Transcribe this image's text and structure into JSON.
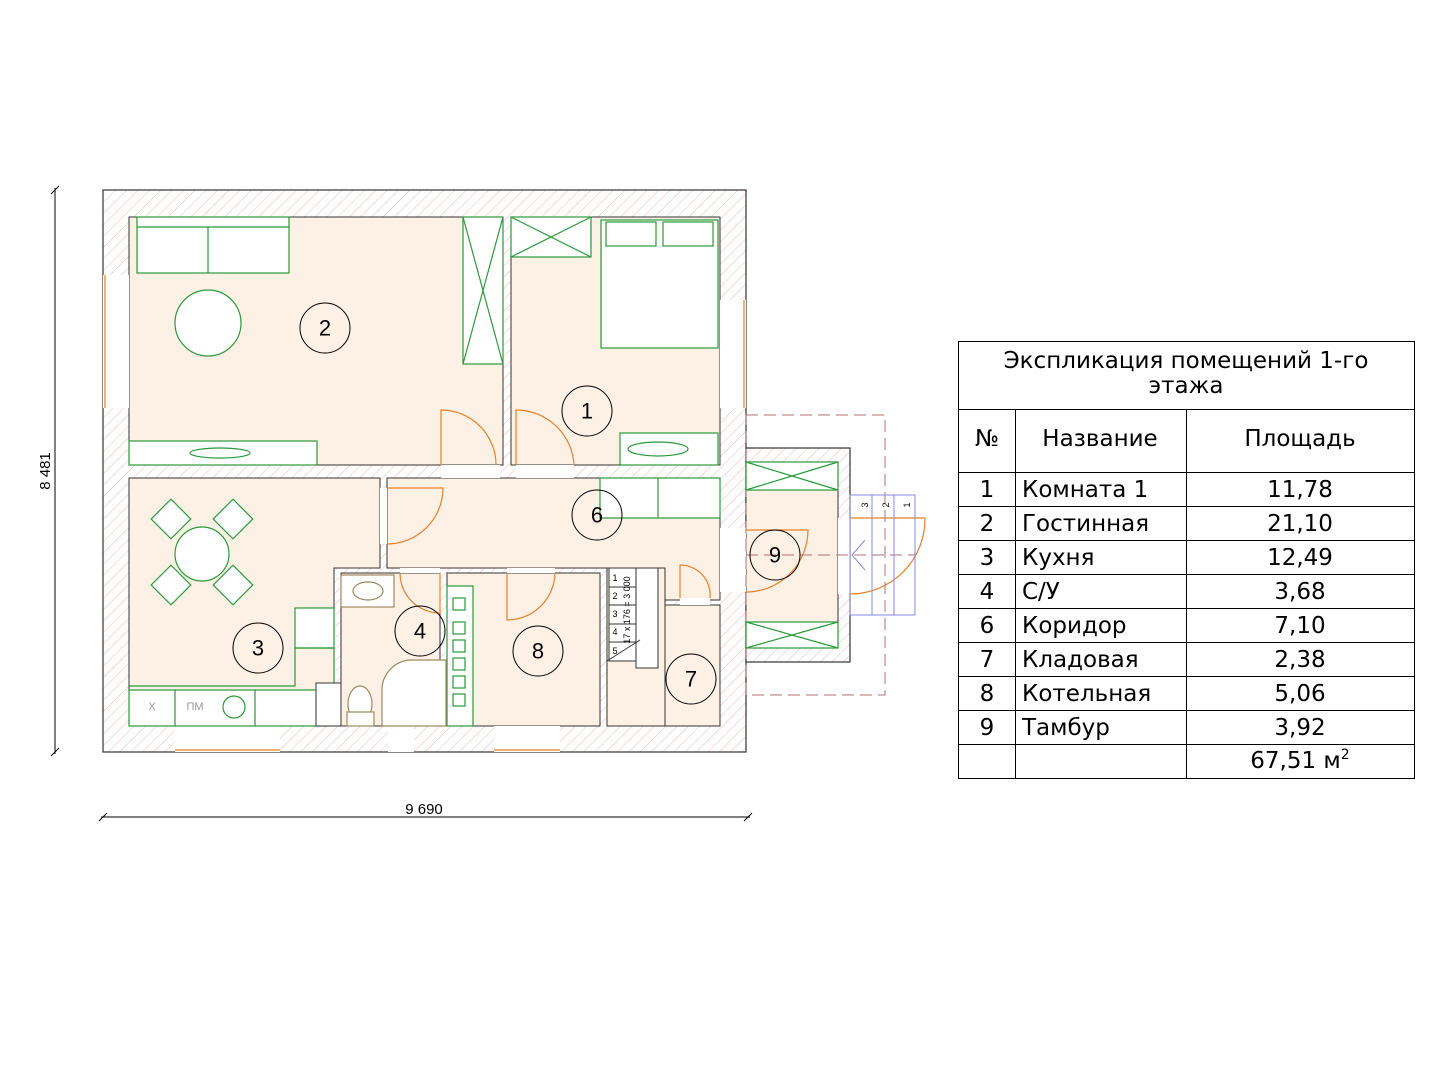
{
  "plan": {
    "dimension_height": "8 481",
    "dimension_width": "9 690",
    "room_labels": [
      "1",
      "2",
      "3",
      "4",
      "6",
      "7",
      "8",
      "9"
    ],
    "kitchen_labels": {
      "fridge": "Х",
      "dishwasher": "ПМ"
    },
    "stair_steps": [
      "1",
      "2",
      "3",
      "4",
      "5"
    ],
    "stair_note": "17 x 176 = 3 000",
    "porch_steps": [
      "3",
      "2",
      "1"
    ]
  },
  "table": {
    "title_line1": "Экспликация помещений 1-го",
    "title_line2": "этажа",
    "headers": [
      "№",
      "Название",
      "Площадь"
    ],
    "rows": [
      {
        "no": "1",
        "name": "Комната 1",
        "area": "11,78"
      },
      {
        "no": "2",
        "name": "Гостинная",
        "area": "21,10"
      },
      {
        "no": "3",
        "name": "Кухня",
        "area": "12,49"
      },
      {
        "no": "4",
        "name": "С/У",
        "area": "3,68"
      },
      {
        "no": "6",
        "name": "Коридор",
        "area": "7,10"
      },
      {
        "no": "7",
        "name": "Кладовая",
        "area": "2,38"
      },
      {
        "no": "8",
        "name": "Котельная",
        "area": "5,06"
      },
      {
        "no": "9",
        "name": "Тамбур",
        "area": "3,92"
      }
    ],
    "total": "67,51 м",
    "total_sup": "2"
  },
  "colors": {
    "room_fill": "#fdf1e6",
    "wall_hatch": "#f0b8b8",
    "furniture": "#2a9a3a",
    "door": "#e8802a",
    "stairs_porch": "#8a8ae8"
  }
}
